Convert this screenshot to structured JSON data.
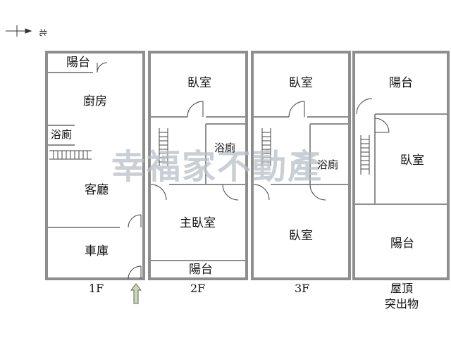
{
  "compass": {
    "label": "北"
  },
  "rooms": {
    "f1_balcony": "陽台",
    "f1_kitchen": "廚房",
    "f1_bath": "浴廁",
    "f1_living": "客廳",
    "f1_garage": "車庫",
    "f2_bedroom": "臥室",
    "f2_bath": "浴廁",
    "f2_master": "主臥室",
    "f2_balcony": "陽台",
    "f3_bedroom_top": "臥室",
    "f3_bath": "浴廁",
    "f3_bedroom_bottom": "臥室",
    "roof_balcony_top": "陽台",
    "roof_bedroom": "臥室",
    "roof_balcony_bottom": "陽台"
  },
  "floors": {
    "f1": "1F",
    "f2": "2F",
    "f3": "3F",
    "roof_line1": "屋頂",
    "roof_line2": "突出物"
  },
  "watermark": "幸福家不動產",
  "colors": {
    "wall": "#999999",
    "wall_edge": "#666666",
    "watermark": "#b8c0c8",
    "arrow": "#c8d8b0"
  }
}
